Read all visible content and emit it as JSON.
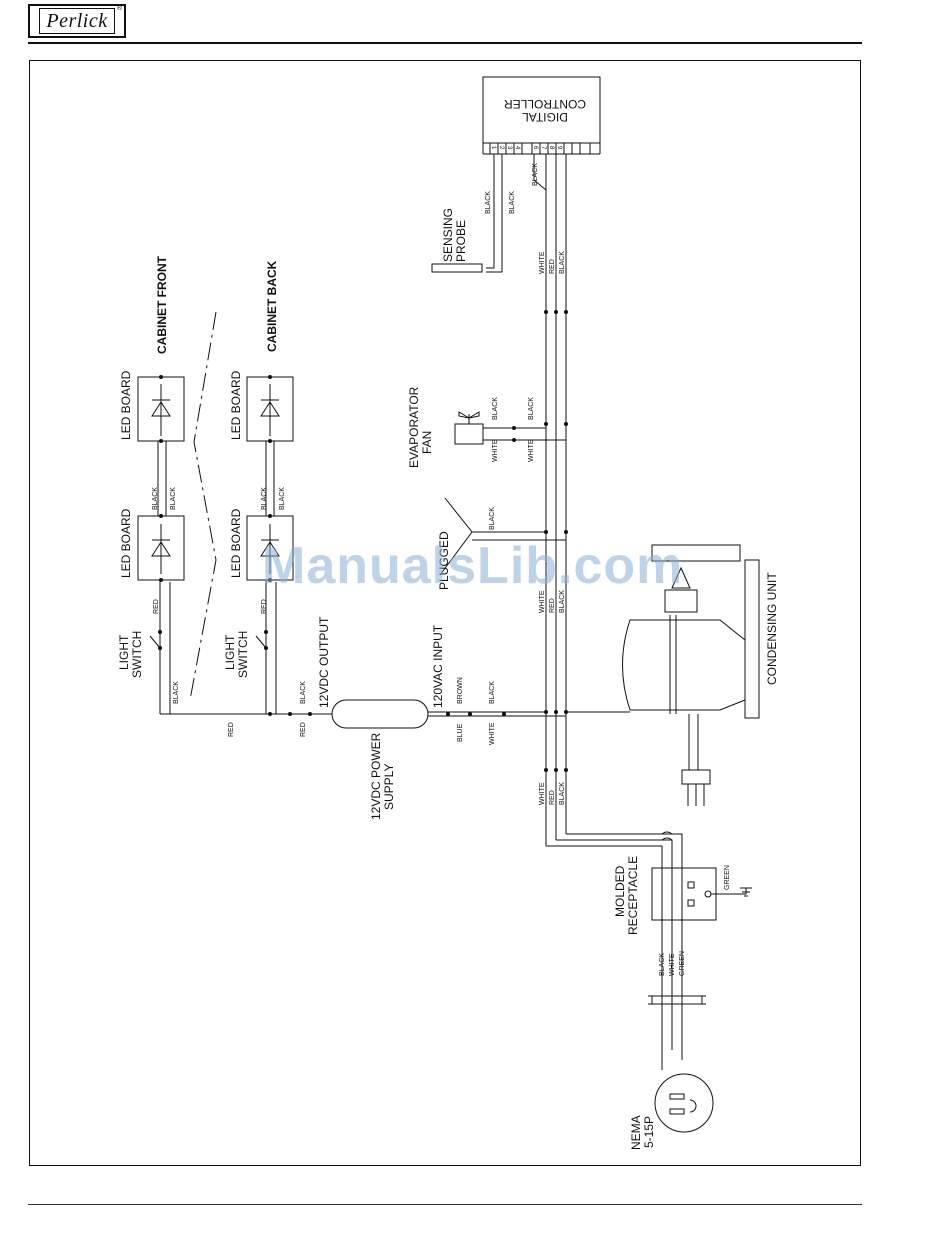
{
  "header": {
    "logo_text": "Perlick",
    "logo_mark": "®"
  },
  "watermark": "ManualsLib.com",
  "components": {
    "digital_controller": [
      "DIGITAL",
      "CONTROLLER"
    ],
    "controller_pins": [
      "1",
      "2",
      "3",
      "4",
      "6",
      "7",
      "8",
      "9"
    ],
    "sensing_probe": [
      "SENSING",
      "PROBE"
    ],
    "evaporator_fan": [
      "EVAPORATOR",
      "FAN"
    ],
    "plugged": "PLUGGED",
    "condensing_unit": "CONDENSING UNIT",
    "power_supply": [
      "12VDC POWER",
      "SUPPLY"
    ],
    "output_label": "12VDC OUTPUT",
    "input_label": "120VAC INPUT",
    "molded_receptacle": [
      "MOLDED",
      "RECEPTACLE"
    ],
    "nema": [
      "NEMA",
      "5-15P"
    ],
    "light_switch": [
      "LIGHT",
      "SWITCH"
    ],
    "led_board": "LED BOARD",
    "cabinet_front": "CABINET FRONT",
    "cabinet_back": "CABINET BACK"
  },
  "wire_colors": {
    "black": "BLACK",
    "white": "WHITE",
    "red": "RED",
    "brown": "BROWN",
    "blue": "BLUE",
    "green": "GREEN"
  }
}
